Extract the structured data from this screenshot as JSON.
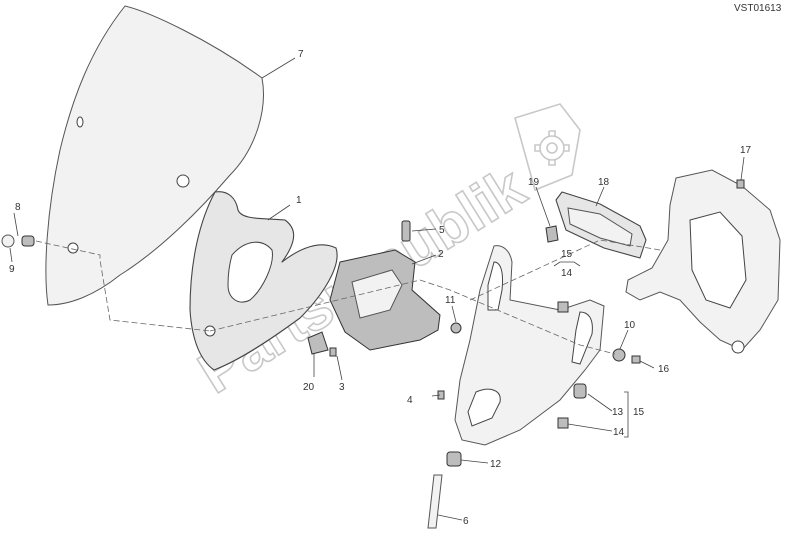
{
  "diagram_code": "VST01613",
  "watermark": "Partsrepublik",
  "callouts": {
    "c1": "1",
    "c2": "2",
    "c3": "3",
    "c4": "4",
    "c5": "5",
    "c6": "6",
    "c7": "7",
    "c8": "8",
    "c9": "9",
    "c10": "10",
    "c11": "11",
    "c12": "12",
    "c13": "13",
    "c14a": "14",
    "c14b": "14",
    "c15a": "15",
    "c15b": "15",
    "c16": "16",
    "c17": "17",
    "c18": "18",
    "c19": "19",
    "c20": "20"
  }
}
